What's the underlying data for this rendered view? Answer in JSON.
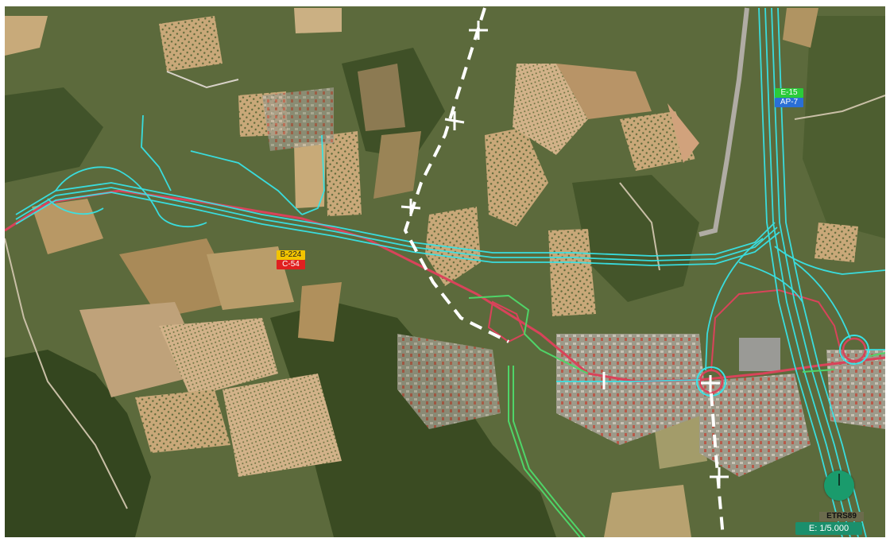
{
  "map": {
    "road_labels": {
      "b224": "B-224",
      "c54": "C-54",
      "e15": "E-15",
      "ap7": "AP-7"
    },
    "crs": "ETRS89",
    "scale": "E: 1/5.000",
    "colors": {
      "planned_route": "#38e3e6",
      "existing_road_red": "#d9435a",
      "new_link_green": "#4fd468",
      "dashed_alignment": "#ffffff",
      "b224_shield": "#f2c400",
      "c54_shield": "#e02020",
      "e15_shield": "#2bcb3a",
      "ap7_shield": "#2a6fd6",
      "north_arrow": "#1a9b6c"
    },
    "icons": [
      "north-arrow-icon"
    ]
  }
}
